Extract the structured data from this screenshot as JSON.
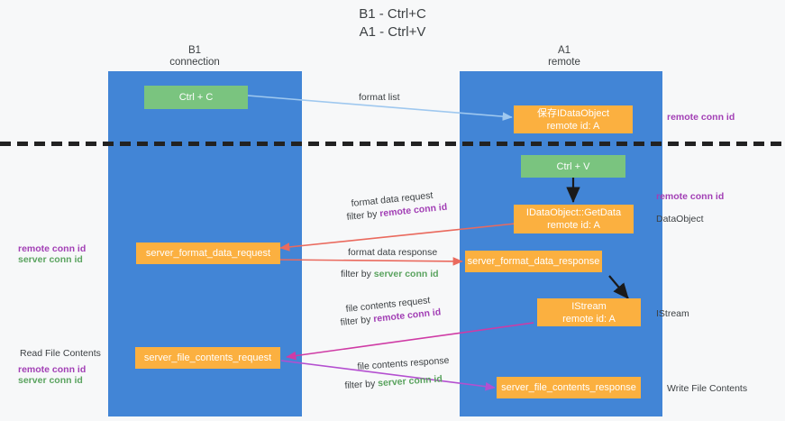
{
  "title": {
    "line1": "B1 - Ctrl+C",
    "line2": "A1 - Ctrl+V"
  },
  "columns": [
    {
      "name": "B1",
      "sub": "connection"
    },
    {
      "name": "A1",
      "sub": "remote"
    }
  ],
  "boxes": {
    "ctrl_c": {
      "label": "Ctrl + C"
    },
    "save_idataobject": {
      "line1": "保存IDataObject",
      "line2": "remote id: A"
    },
    "ctrl_v": {
      "label": "Ctrl + V"
    },
    "getdata": {
      "line1": "IDataObject::GetData",
      "line2": "remote id: A"
    },
    "server_format_data_request": {
      "label": "server_format_data_request"
    },
    "server_format_data_response": {
      "label": "server_format_data_response"
    },
    "istream": {
      "line1": "IStream",
      "line2": "remote id: A"
    },
    "server_file_contents_request": {
      "label": "server_file_contents_request"
    },
    "server_file_contents_response": {
      "label": "server_file_contents_response"
    }
  },
  "edge_labels": {
    "format_list": "format list",
    "format_data_request": "format data request",
    "format_data_request_filter_prefix": "filter by ",
    "format_data_request_filter_key": "remote conn id",
    "format_data_response": "format data response",
    "format_data_response_filter_prefix": "filter by ",
    "format_data_response_filter_key": "server conn id",
    "file_contents_request": "file contents request",
    "file_contents_request_filter_prefix": "filter by ",
    "file_contents_request_filter_key": "remote conn id",
    "file_contents_response": "file contents response",
    "file_contents_response_filter_prefix": "filter by ",
    "file_contents_response_filter_key": "server conn id"
  },
  "annotations": {
    "right_remote_conn_id_top": "remote conn id",
    "right_remote_conn_id_mid": "remote conn id",
    "right_dataobject": "DataObject",
    "right_istream": "IStream",
    "right_write_file_contents": "Write File Contents",
    "left_remote_conn_id_mid": "remote conn id",
    "left_server_conn_id_mid": "server conn id",
    "left_read_file_contents": "Read File Contents",
    "left_remote_conn_id_bottom": "remote conn id",
    "left_server_conn_id_bottom": "server conn id"
  },
  "colors": {
    "lane": "#4285d6",
    "green_box": "#7ac47f",
    "orange_box": "#fbb040",
    "remote_conn_id": "#a23fb5",
    "server_conn_id": "#5aa35f",
    "arrow_blue": "#9fc8ef",
    "arrow_red": "#ea6a5e",
    "arrow_magenta": "#cf3ba5",
    "arrow_violet": "#b44fd0",
    "arrow_black": "#1a1a1a",
    "background": "#f7f8f9"
  }
}
